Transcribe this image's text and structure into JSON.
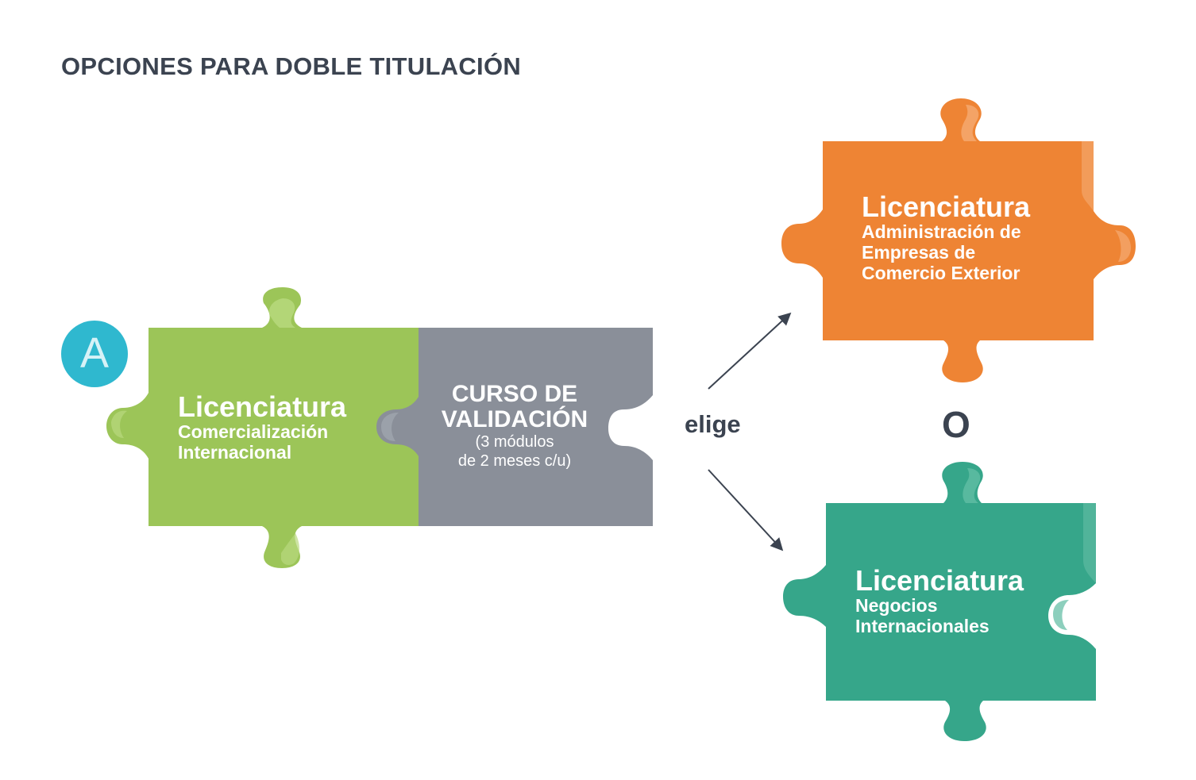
{
  "title": "OPCIONES PARA DOBLE TITULACIÓN",
  "badge": {
    "letter": "A",
    "color": "#2fb8cf"
  },
  "pieces": {
    "green": {
      "color": "#9cc558",
      "title": "Licenciatura",
      "lines": [
        "Comercialización",
        "Internacional"
      ]
    },
    "gray": {
      "color": "#8a8f99",
      "title_lines": [
        "CURSO DE",
        "VALIDACIÓN"
      ],
      "sub_lines": [
        "(3 módulos",
        "de 2 meses c/u)"
      ]
    },
    "orange": {
      "color": "#ee8434",
      "title": "Licenciatura",
      "lines": [
        "Administración de",
        "Empresas de",
        "Comercio Exterior"
      ]
    },
    "teal": {
      "color": "#36a68a",
      "title": "Licenciatura",
      "lines": [
        "Negocios",
        "Internacionales"
      ]
    }
  },
  "connector": {
    "label": "elige",
    "separator": "O"
  }
}
